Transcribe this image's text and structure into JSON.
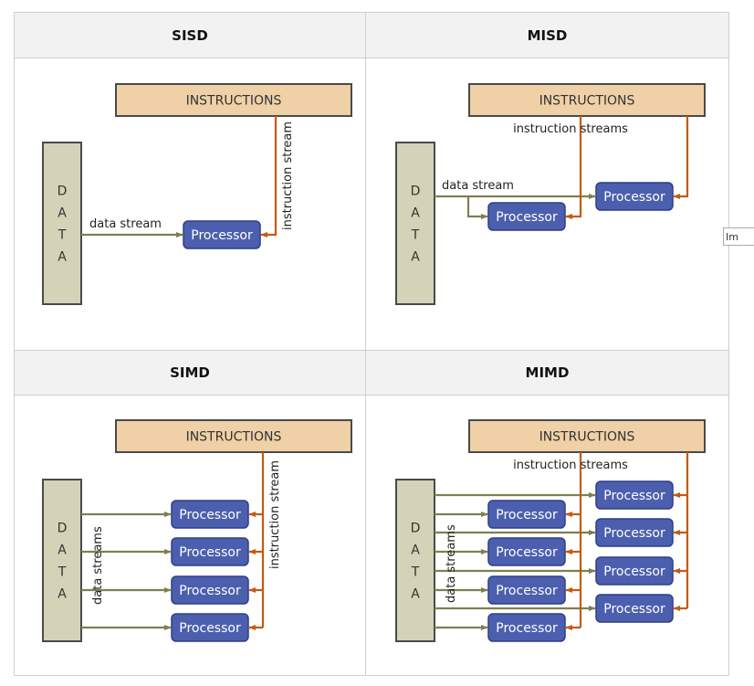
{
  "colors": {
    "instructions_fill": "#efd0a7",
    "data_fill": "#d4d3b8",
    "box_stroke": "#4a4a4a",
    "processor_fill": "#4c5fae",
    "processor_stroke": "#2f3f86",
    "processor_text": "#ffffff",
    "data_arrow": "#7f7f4f",
    "instruction_arrow": "#c55a11",
    "header_bg": "#f2f2f2",
    "grid": "#cfcfcf"
  },
  "cells": [
    {
      "id": "sisd",
      "title": "SISD",
      "instructions_label": "INSTRUCTIONS",
      "data_letters": [
        "D",
        "A",
        "T",
        "A"
      ],
      "data_label": "data stream",
      "instruction_label": "instruction  stream",
      "processor_label": "Processor",
      "processor_count": 1
    },
    {
      "id": "misd",
      "title": "MISD",
      "instructions_label": "INSTRUCTIONS",
      "data_letters": [
        "D",
        "A",
        "T",
        "A"
      ],
      "data_label": "data stream",
      "instruction_label": "instruction  streams",
      "processor_label": "Processor",
      "processor_count": 2
    },
    {
      "id": "simd",
      "title": "SIMD",
      "instructions_label": "INSTRUCTIONS",
      "data_letters": [
        "D",
        "A",
        "T",
        "A"
      ],
      "data_label": "data streams",
      "instruction_label": "instruction  stream",
      "processor_label": "Processor",
      "processor_count": 4
    },
    {
      "id": "mimd",
      "title": "MIMD",
      "instructions_label": "INSTRUCTIONS",
      "data_letters": [
        "D",
        "A",
        "T",
        "A"
      ],
      "data_label": "data streams",
      "instruction_label": "instruction  streams",
      "processor_label": "Processor",
      "processor_count": 8
    }
  ],
  "tooltip_fragment": "Im"
}
